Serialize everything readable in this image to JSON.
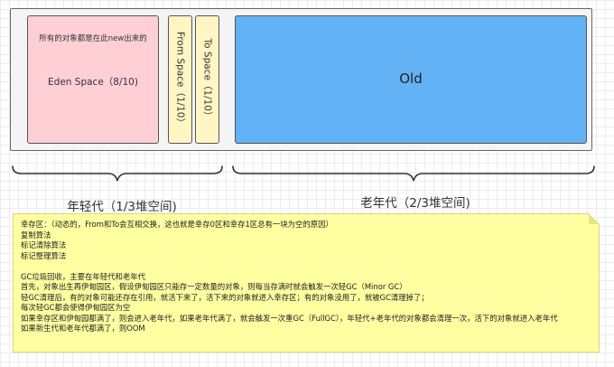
{
  "heap": {
    "eden": {
      "note": "所有的对象都是在此new出来的",
      "label": "Eden Space（8/10)"
    },
    "from": {
      "label": "From Space（1/10）"
    },
    "to": {
      "label": "To Space（1/10）"
    },
    "old": {
      "label": "Old"
    }
  },
  "braces": {
    "young_label": "年轻代（1/3堆空间)",
    "old_label": "老年代（2/3堆空间)"
  },
  "note": {
    "lines": [
      "幸存区：（动态的，From和To会互相交换，这也就是幸存0区和幸存1区总有一块为空的原因）",
      "复制算法",
      "标记清除算法",
      "标记整理算法",
      "",
      "GC垃圾回收，主要在年轻代和老年代",
      "首先，对象出生再伊甸园区，假设伊甸园区只能存一定数量的对象，则每当存满时就会触发一次轻GC（Minor GC）",
      "轻GC清理后，有的对象可能还存在引用，就活下来了，活下来的对象就进入幸存区；有的对象没用了，就被GC清理掉了；",
      "每次轻GC都会使得伊甸园区为空",
      "如果幸存区和伊甸园都满了，则会进入老年代，如果老年代满了，就会触发一次重GC（FullGC），年轻代+老年代的对象都会清理一次，活下的对象就进入老年代",
      "如果新生代和老年代都满了，则OOM"
    ]
  }
}
